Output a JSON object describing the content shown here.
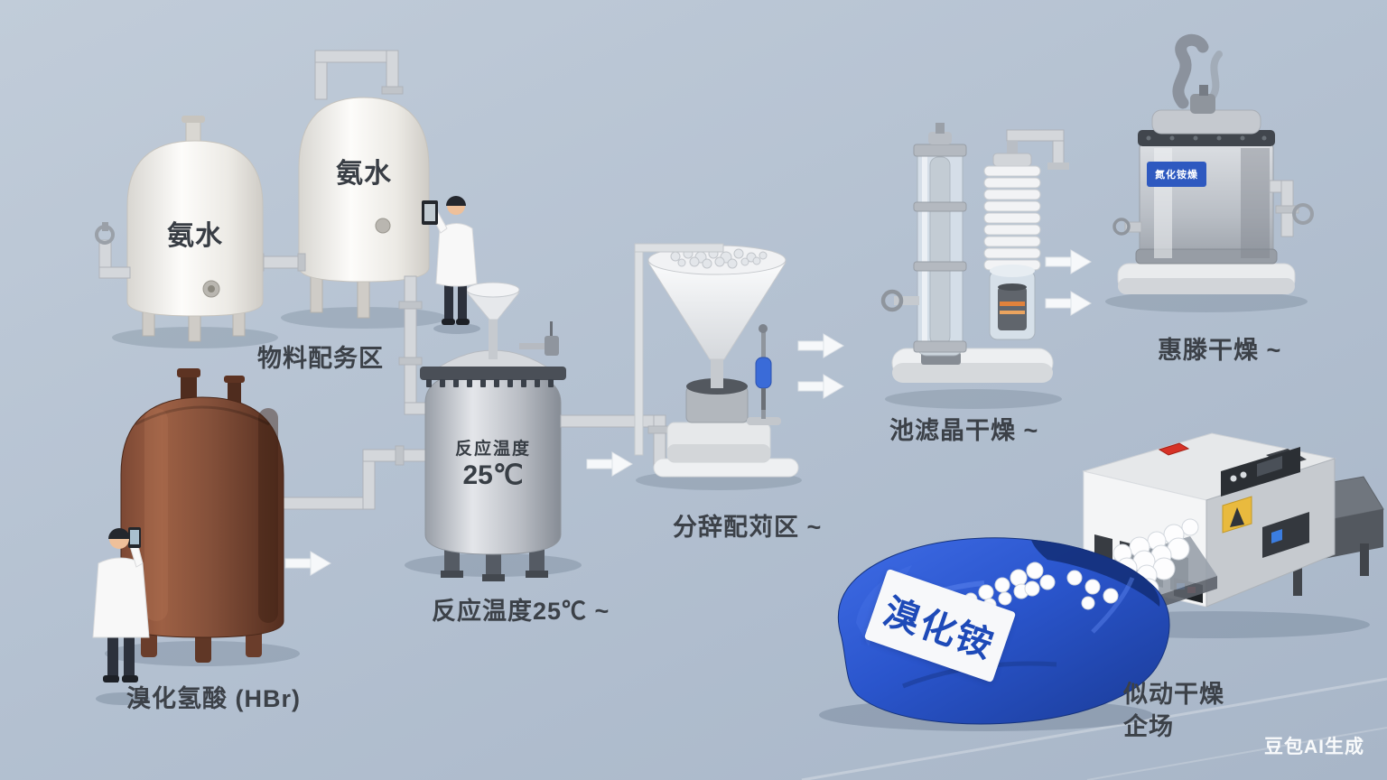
{
  "scene": {
    "watermark": "豆包AI生成"
  },
  "colors": {
    "background": "#b4c1d1",
    "bag_blue": "#2a55cc",
    "hbr_tank_brown": "#84503a",
    "label_text": "#3c4148",
    "bag_label_text": "#1e4ab8",
    "arrow_white": "#f6f8fa"
  },
  "labels": {
    "tank1": "氨水",
    "tank2": "氨水",
    "materials_area": "物料配务区",
    "hbr": "溴化氢酸 (HBr)",
    "reactor_line1": "反应温度",
    "reactor_line2": "25℃",
    "reactor_caption": "反应温度25℃ ~",
    "separation": "分辞配苅区 ~",
    "crystallizer": "池滤晶干燥 ~",
    "dryer_tag": "氮化铵燥",
    "dryer": "惠滕干燥 ~",
    "bag": "溴化铵",
    "packaging_line1": "似动干燥",
    "packaging_line2": "企场"
  }
}
